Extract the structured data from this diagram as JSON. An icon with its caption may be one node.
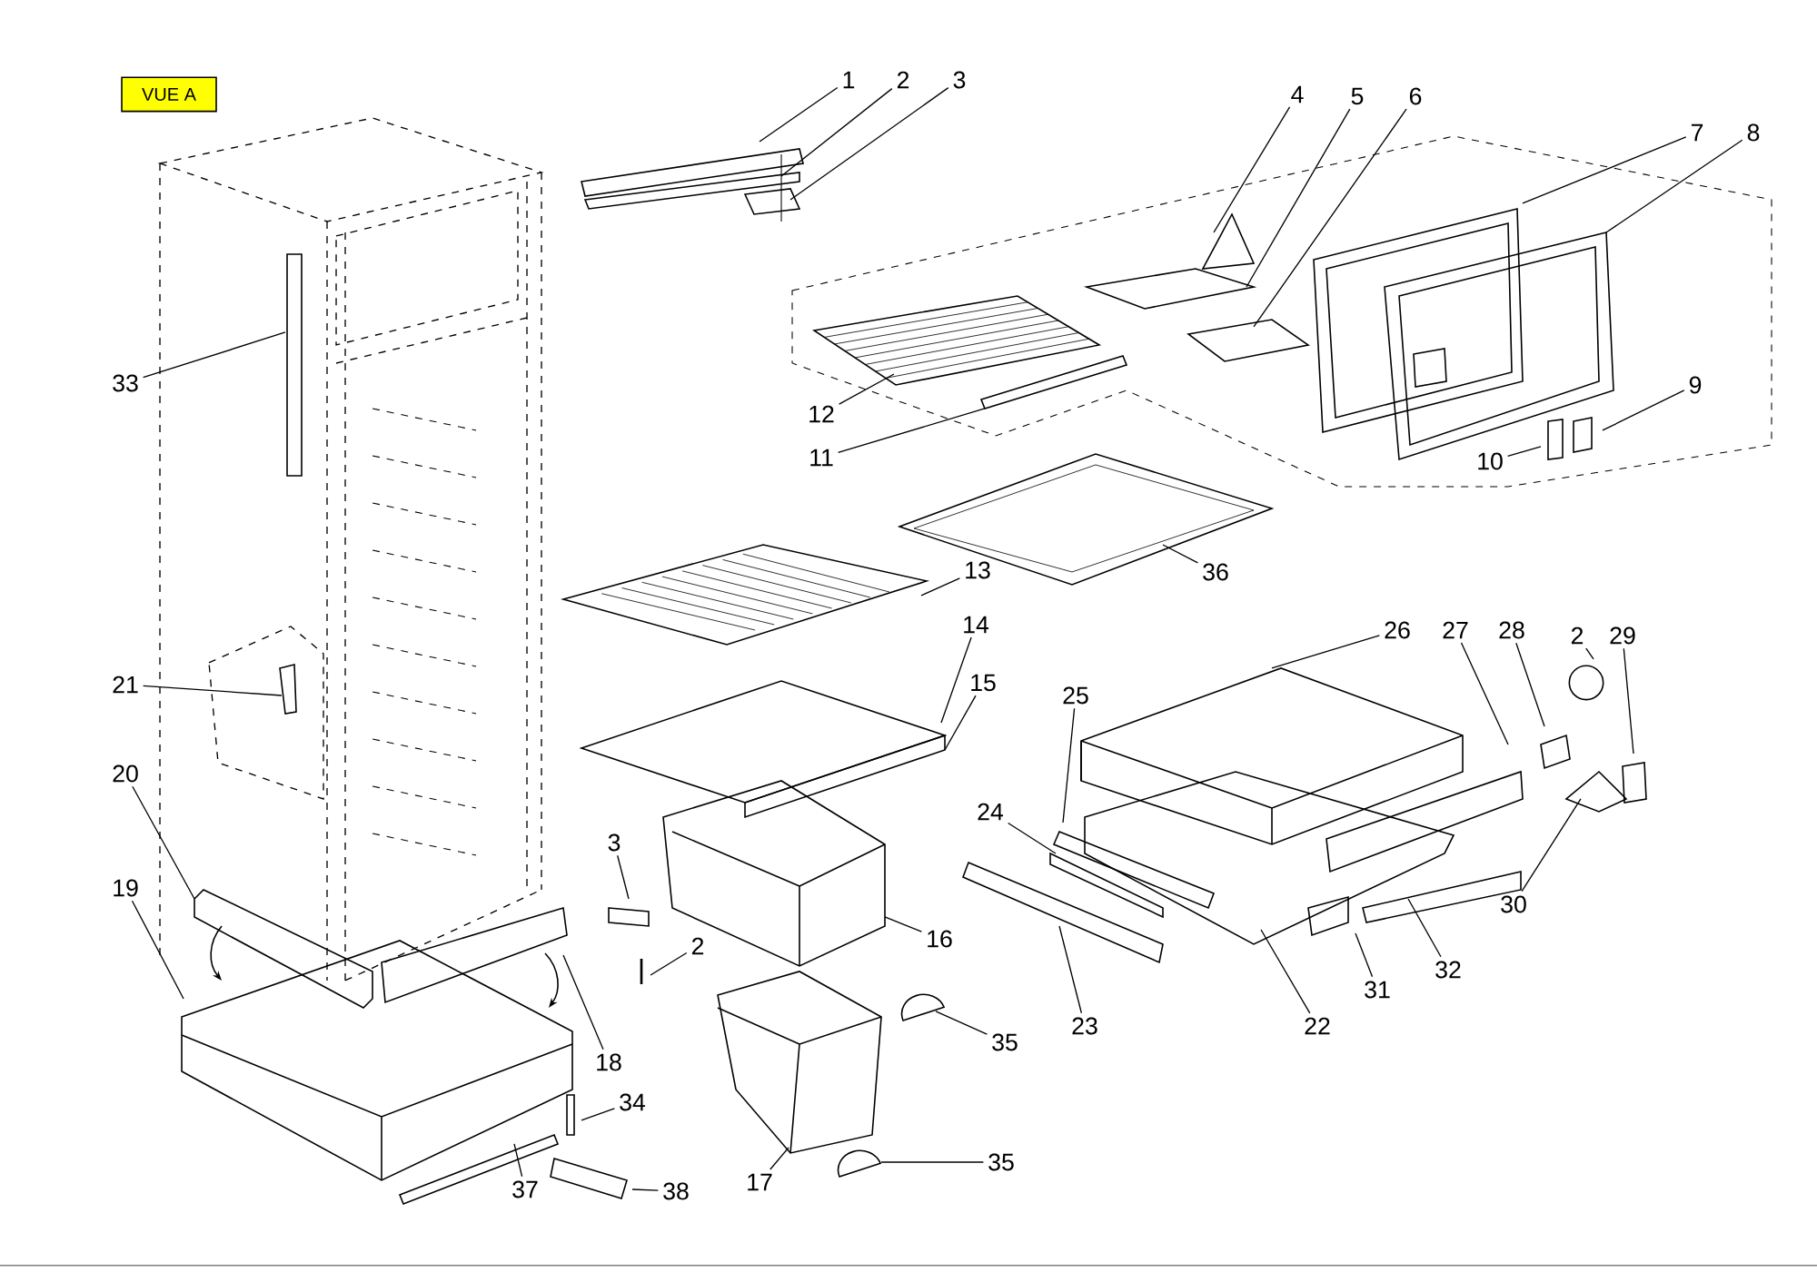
{
  "diagram": {
    "nodes": [
      {
        "text": [
          "VUE A"
        ]
      },
      {
        "text": [
          "1"
        ]
      },
      {
        "text": [
          "2"
        ]
      },
      {
        "text": [
          "3"
        ]
      },
      {
        "text": [
          "4"
        ]
      },
      {
        "text": [
          "5"
        ]
      },
      {
        "text": [
          "6"
        ]
      },
      {
        "text": [
          "7"
        ]
      },
      {
        "text": [
          "8"
        ]
      },
      {
        "text": [
          "33"
        ]
      },
      {
        "text": [
          "9"
        ]
      },
      {
        "text": [
          "12"
        ]
      },
      {
        "text": [
          "11"
        ]
      },
      {
        "text": [
          "10"
        ]
      },
      {
        "text": [
          "36"
        ]
      },
      {
        "text": [
          "13"
        ]
      },
      {
        "text": [
          "14"
        ]
      },
      {
        "text": [
          "26"
        ]
      },
      {
        "text": [
          "27"
        ]
      },
      {
        "text": [
          "28"
        ]
      },
      {
        "text": [
          "2"
        ]
      },
      {
        "text": [
          "29"
        ]
      },
      {
        "text": [
          "15"
        ]
      },
      {
        "text": [
          "21"
        ]
      },
      {
        "text": [
          "25"
        ]
      },
      {
        "text": [
          "20"
        ]
      },
      {
        "text": [
          "24"
        ]
      },
      {
        "text": [
          "3"
        ]
      },
      {
        "text": [
          "19"
        ]
      },
      {
        "text": [
          "30"
        ]
      },
      {
        "text": [
          "16"
        ]
      },
      {
        "text": [
          "2"
        ]
      },
      {
        "text": [
          "32"
        ]
      },
      {
        "text": [
          "31"
        ]
      },
      {
        "text": [
          "22"
        ]
      },
      {
        "text": [
          "23"
        ]
      },
      {
        "text": [
          "35"
        ]
      },
      {
        "text": [
          "18"
        ]
      },
      {
        "text": [
          "34"
        ]
      },
      {
        "text": [
          "35"
        ]
      },
      {
        "text": [
          "17"
        ]
      },
      {
        "text": [
          "37"
        ]
      },
      {
        "text": [
          "38"
        ]
      }
    ],
    "edges": [
      {
        "from": 1,
        "to": null,
        "arrow": "none"
      },
      {
        "from": 2,
        "to": null,
        "arrow": "none"
      },
      {
        "from": 3,
        "to": null,
        "arrow": "none"
      },
      {
        "from": 4,
        "to": null,
        "arrow": "none"
      },
      {
        "from": 5,
        "to": null,
        "arrow": "none"
      },
      {
        "from": 6,
        "to": null,
        "arrow": "none"
      },
      {
        "from": 7,
        "to": null,
        "arrow": "none"
      },
      {
        "from": 8,
        "to": null,
        "arrow": "none"
      },
      {
        "from": 9,
        "to": null,
        "arrow": "none"
      },
      {
        "from": 10,
        "to": null,
        "arrow": "none"
      },
      {
        "from": 11,
        "to": null,
        "arrow": "none"
      },
      {
        "from": 12,
        "to": null,
        "arrow": "none"
      },
      {
        "from": 13,
        "to": null,
        "arrow": "none"
      },
      {
        "from": 14,
        "to": null,
        "arrow": "none"
      },
      {
        "from": 15,
        "to": null,
        "arrow": "none"
      },
      {
        "from": 16,
        "to": null,
        "arrow": "none"
      },
      {
        "from": 17,
        "to": null,
        "arrow": "none"
      },
      {
        "from": 18,
        "to": null,
        "arrow": "none"
      },
      {
        "from": 19,
        "to": null,
        "arrow": "none"
      },
      {
        "from": 20,
        "to": null,
        "arrow": "none"
      },
      {
        "from": 21,
        "to": null,
        "arrow": "none"
      },
      {
        "from": 22,
        "to": null,
        "arrow": "none"
      },
      {
        "from": 23,
        "to": null,
        "arrow": "none"
      },
      {
        "from": 24,
        "to": null,
        "arrow": "none"
      },
      {
        "from": 25,
        "to": null,
        "arrow": "none"
      },
      {
        "from": 26,
        "to": null,
        "arrow": "none"
      },
      {
        "from": 27,
        "to": null,
        "arrow": "none"
      },
      {
        "from": 28,
        "to": null,
        "arrow": "none"
      },
      {
        "from": 29,
        "to": null,
        "arrow": "none"
      },
      {
        "from": 30,
        "to": null,
        "arrow": "none"
      },
      {
        "from": 31,
        "to": null,
        "arrow": "none"
      },
      {
        "from": 32,
        "to": null,
        "arrow": "none"
      },
      {
        "from": 33,
        "to": null,
        "arrow": "none"
      },
      {
        "from": 34,
        "to": null,
        "arrow": "none"
      },
      {
        "from": 35,
        "to": null,
        "arrow": "none"
      },
      {
        "from": 36,
        "to": null,
        "arrow": "none"
      },
      {
        "from": 37,
        "to": null,
        "arrow": "none"
      },
      {
        "from": 38,
        "to": null,
        "arrow": "none"
      },
      {
        "from": 39,
        "to": null,
        "arrow": "none"
      },
      {
        "from": 40,
        "to": null,
        "arrow": "none"
      },
      {
        "from": 41,
        "to": null,
        "arrow": "none"
      },
      {
        "from": 42,
        "to": null,
        "arrow": "none"
      }
    ]
  }
}
